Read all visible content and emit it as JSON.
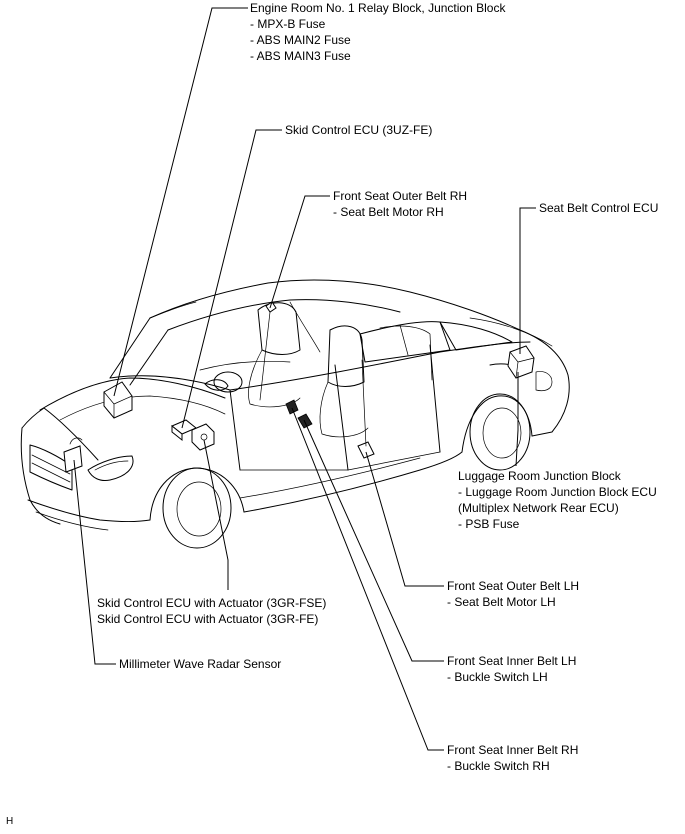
{
  "labels": {
    "engine_room": {
      "title": "Engine Room No. 1 Relay Block, Junction Block",
      "items": [
        "- MPX-B Fuse",
        "- ABS MAIN2 Fuse",
        "- ABS MAIN3 Fuse"
      ]
    },
    "skid_3uz": {
      "title": "Skid Control ECU (3UZ-FE)"
    },
    "front_outer_rh": {
      "title": "Front Seat Outer Belt RH",
      "items": [
        "- Seat Belt Motor RH"
      ]
    },
    "seat_belt_ecu": {
      "title": "Seat Belt Control ECU"
    },
    "luggage": {
      "title": "Luggage Room Junction Block",
      "items": [
        "- Luggage Room Junction Block ECU",
        "(Multiplex Network Rear ECU)",
        "- PSB Fuse"
      ]
    },
    "skid_actuator": {
      "lines": [
        "Skid Control ECU with Actuator (3GR-FSE)",
        "Skid Control ECU with Actuator (3GR-FE)"
      ]
    },
    "radar": {
      "title": "Millimeter Wave Radar Sensor"
    },
    "front_outer_lh": {
      "title": "Front Seat Outer Belt LH",
      "items": [
        "- Seat Belt Motor LH"
      ]
    },
    "front_inner_lh": {
      "title": "Front Seat Inner Belt LH",
      "items": [
        "- Buckle Switch LH"
      ]
    },
    "front_inner_rh": {
      "title": "Front Seat Inner Belt RH",
      "items": [
        "- Buckle Switch RH"
      ]
    }
  },
  "corner_mark": "H"
}
